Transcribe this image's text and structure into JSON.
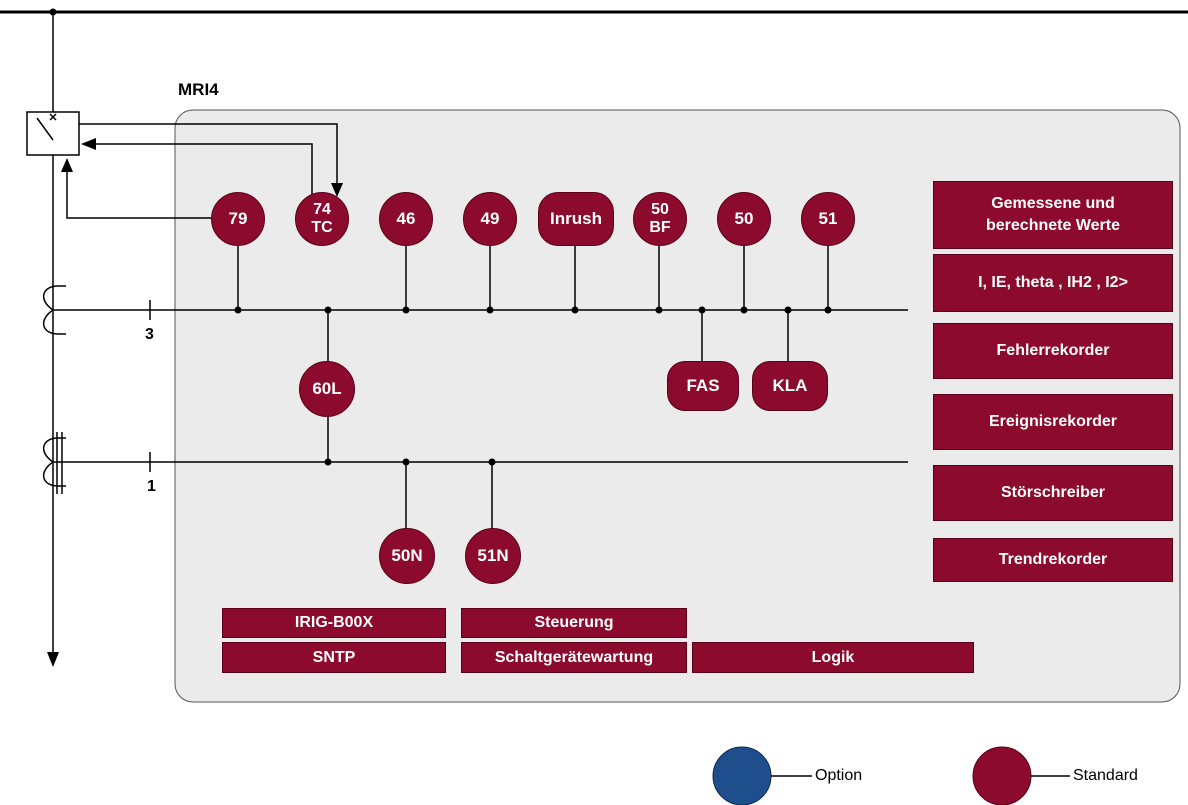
{
  "device_name": "MRI4",
  "ct_labels": {
    "phase": "3",
    "ground": "1"
  },
  "functions_top": [
    "79",
    "74\nTC",
    "46",
    "49",
    "Inrush",
    "50\nBF",
    "50",
    "51"
  ],
  "functions_mid": [
    "60L",
    "FAS",
    "KLA"
  ],
  "functions_ground": [
    "50N",
    "51N"
  ],
  "side_boxes": [
    "Gemessene und\nberechnete Werte",
    "I, IE, theta , IH2 , I2>",
    "Fehlerrekorder",
    "Ereignisrekorder",
    "Störschreiber",
    "Trendrekorder"
  ],
  "bottom_boxes": {
    "irig": "IRIG-B00X",
    "sntp": "SNTP",
    "steuerung": "Steuerung",
    "schalt": "Schaltgerätewartung",
    "logik": "Logik"
  },
  "legend": {
    "option": "Option",
    "standard": "Standard"
  },
  "colors": {
    "standard": "#8b0a2d",
    "option": "#1f4e8c",
    "panel": "#ebebeb"
  }
}
